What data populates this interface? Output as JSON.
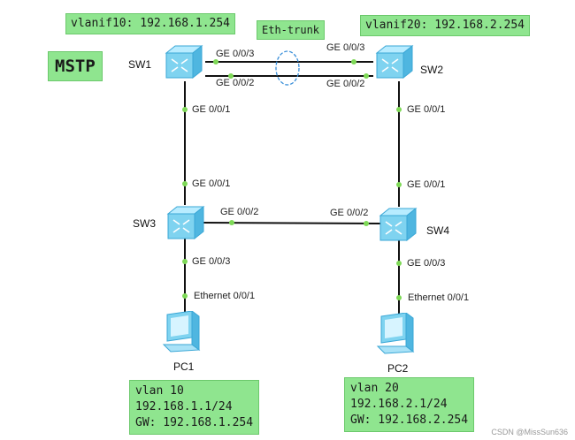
{
  "annotations": {
    "vlanif10": "vlanif10: 192.168.1.254",
    "vlanif20": "vlanif20: 192.168.2.254",
    "eth_trunk": "Eth-trunk",
    "mstp": "MSTP"
  },
  "devices": {
    "sw1": "SW1",
    "sw2": "SW2",
    "sw3": "SW3",
    "sw4": "SW4",
    "pc1": "PC1",
    "pc2": "PC2"
  },
  "ports": {
    "sw1_ge003": "GE 0/0/3",
    "sw1_ge002": "GE 0/0/2",
    "sw1_ge001": "GE 0/0/1",
    "sw2_ge003": "GE 0/0/3",
    "sw2_ge002": "GE 0/0/2",
    "sw2_ge001": "GE 0/0/1",
    "sw3_ge001": "GE 0/0/1",
    "sw3_ge002": "GE 0/0/2",
    "sw3_ge003": "GE 0/0/3",
    "sw4_ge001": "GE 0/0/1",
    "sw4_ge002": "GE 0/0/2",
    "sw4_ge003": "GE 0/0/3",
    "pc1_eth": "Ethernet 0/0/1",
    "pc2_eth": "Ethernet 0/0/1"
  },
  "pc1_info": {
    "vlan": "vlan 10",
    "ip": "192.168.1.1/24",
    "gw": "GW: 192.168.1.254"
  },
  "pc2_info": {
    "vlan": "vlan 20",
    "ip": "192.168.2.1/24",
    "gw": "GW: 192.168.2.254"
  },
  "watermark": "CSDN @MissSun636",
  "colors": {
    "annotation_bg": "#8fe58f",
    "port_dot": "#7ed957",
    "switch_fill": "#7fd3f0",
    "trunk_ellipse": "#3a8fd9"
  }
}
